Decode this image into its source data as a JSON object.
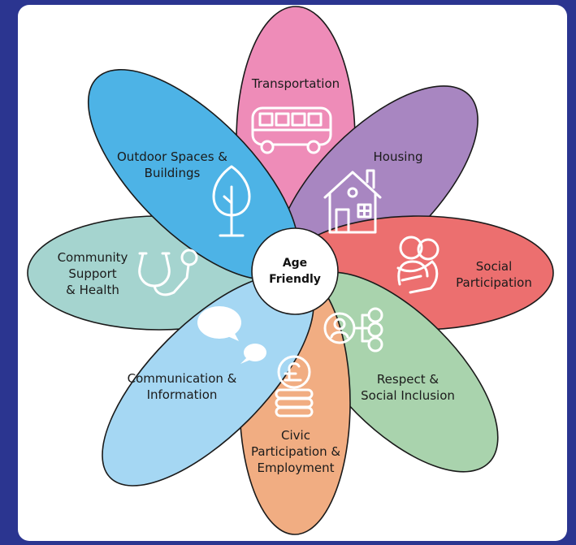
{
  "center": {
    "label": "Age\nFriendly"
  },
  "petals": {
    "transportation": {
      "label": "Transportation",
      "color": "#ee8cb8",
      "icon": "bus-icon"
    },
    "housing": {
      "label": "Housing",
      "color": "#a886c1",
      "icon": "house-icon"
    },
    "social_participation": {
      "label": "Social\nParticipation",
      "color": "#ec6f6f",
      "icon": "people-hug-icon"
    },
    "respect_inclusion": {
      "label": "Respect &\nSocial Inclusion",
      "color": "#a9d3ad",
      "icon": "network-icon"
    },
    "civic_participation": {
      "label": "Civic\nParticipation &\nEmployment",
      "color": "#f1ad82",
      "icon": "pound-coins-icon"
    },
    "communication": {
      "label": "Communication &\nInformation",
      "color": "#a5d7f3",
      "icon": "speech-bubbles-icon"
    },
    "community_health": {
      "label": "Community\nSupport\n& Health",
      "color": "#a5d4cf",
      "icon": "stethoscope-icon"
    },
    "outdoor_spaces": {
      "label": "Outdoor Spaces &\nBuildings",
      "color": "#4db3e6",
      "icon": "tree-icon"
    }
  }
}
